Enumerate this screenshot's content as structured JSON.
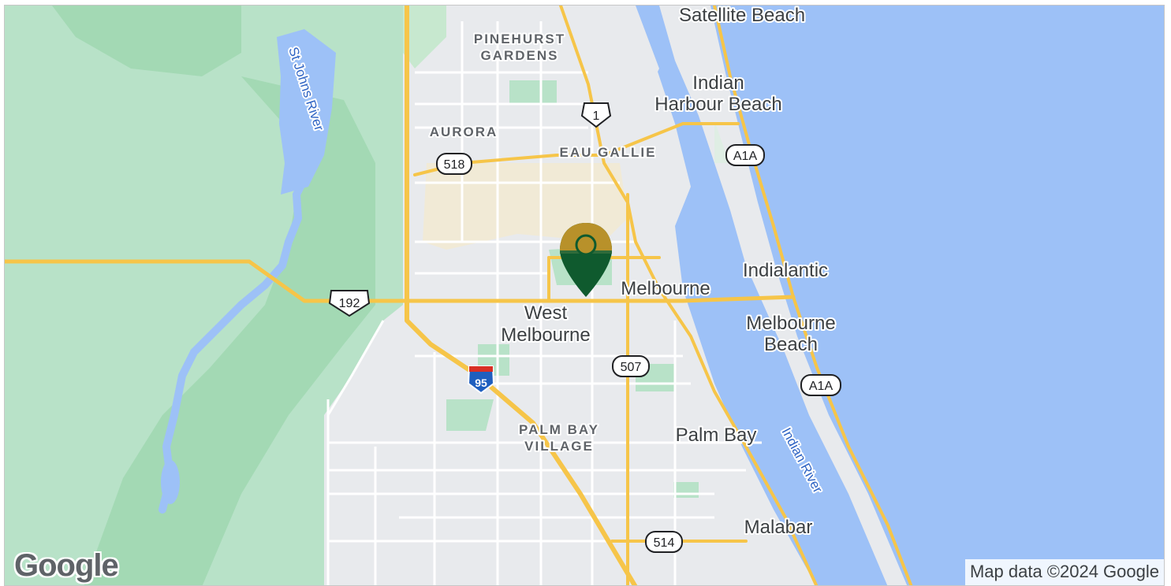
{
  "map": {
    "attribution": "Map data ©2024 Google",
    "logo": "Google",
    "marker": {
      "icon": "location-pin-icon",
      "colors": {
        "top": "#b8912a",
        "bottom": "#0f5a2e"
      }
    },
    "colors": {
      "water": "#9dc1f7",
      "park": "#b3e0c3",
      "land": "#e8eaed",
      "highway": "#f6c549",
      "road": "#ffffff"
    }
  },
  "labels": {
    "satellite_beach": "Satellite Beach",
    "pinehurst_1": "PINEHURST",
    "pinehurst_2": "GARDENS",
    "indian_harbour_1": "Indian",
    "indian_harbour_2": "Harbour Beach",
    "aurora": "AURORA",
    "eau_gallie": "EAU GALLIE",
    "indialantic": "Indialantic",
    "melbourne": "Melbourne",
    "west_melbourne_1": "West",
    "west_melbourne_2": "Melbourne",
    "melbourne_beach_1": "Melbourne",
    "melbourne_beach_2": "Beach",
    "palm_bay_village_1": "PALM BAY",
    "palm_bay_village_2": "VILLAGE",
    "palm_bay": "Palm Bay",
    "malabar": "Malabar",
    "st_johns_river": "St Johns River",
    "indian_river": "Indian River"
  },
  "shields": {
    "us1": "1",
    "cr518": "518",
    "a1a_north": "A1A",
    "us192": "192",
    "i95": "95",
    "cr507": "507",
    "a1a_south": "A1A",
    "cr514": "514"
  }
}
